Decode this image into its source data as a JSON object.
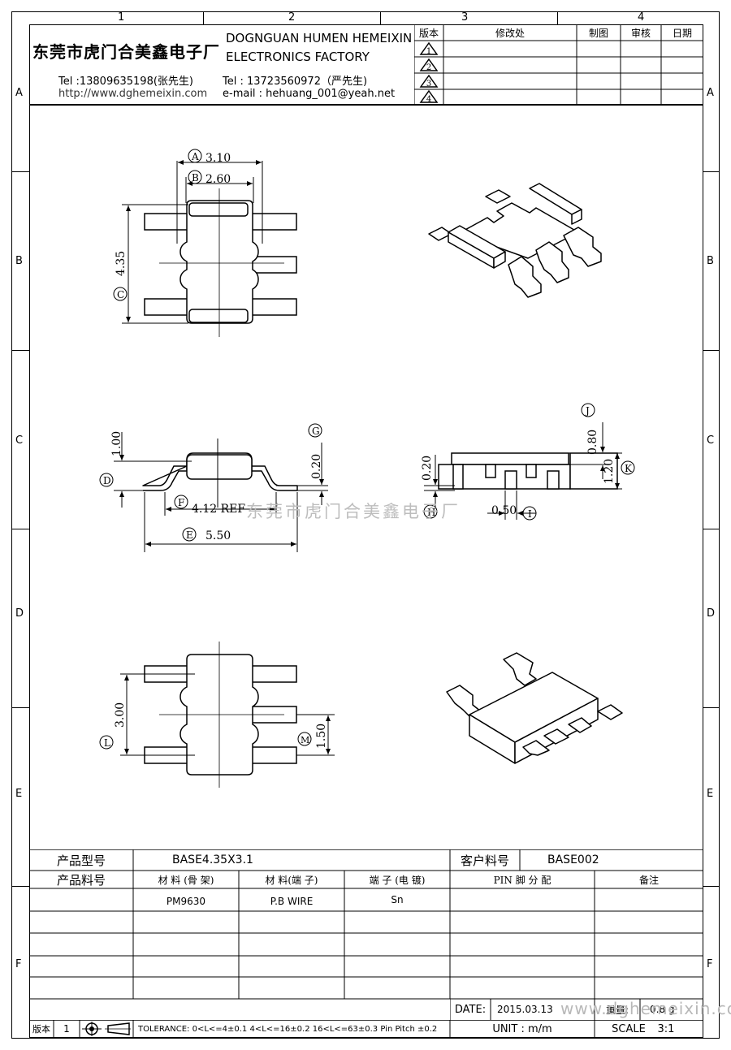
{
  "border_zones": {
    "top": [
      "1",
      "2",
      "3",
      "4"
    ],
    "side": [
      "A",
      "B",
      "C",
      "D",
      "E",
      "F"
    ]
  },
  "header": {
    "company_cn": "东莞市虎门合美鑫电子厂",
    "company_en_1": "DOGNGUAN HUMEN HEMEIXIN",
    "company_en_2": "ELECTRONICS FACTORY",
    "tel_1": "Tel :13809635198(张先生)",
    "tel_2": "Tel : 13723560972（严先生)",
    "website": "http://www.dghemeixin.com",
    "email": "e-mail : hehuang_001@yeah.net"
  },
  "revision_table": {
    "headers": [
      "版本",
      "修改处",
      "制图",
      "审核",
      "日期"
    ],
    "rows": [
      "1",
      "2",
      "3",
      "4"
    ]
  },
  "dimensions": {
    "A": "3.10",
    "B": "2.60",
    "C": "4.35",
    "D": "1.00",
    "E": "5.50",
    "F": "4.12 REF",
    "G": "0.20",
    "H": "0.20",
    "I": "0.50",
    "J": "0.80",
    "K": "1.20",
    "L": "3.00",
    "M": "1.50"
  },
  "watermark_center": "东莞市虎门合美鑫电子厂",
  "watermark_footer": "www.dghemeixin.com",
  "info_table": {
    "product_model_label": "产品型号",
    "product_model_value": "BASE4.35X3.1",
    "customer_code_label": "客户料号",
    "customer_code_value": "BASE002",
    "product_code_label": "产品料号",
    "col_material_bobbin": "材 料 (骨 架)",
    "col_material_pin": "材 料(端 子)",
    "col_terminal_plating": "端 子 (电 镀)",
    "col_pin_assign": "PIN 脚 分 配",
    "col_remark": "备注",
    "material_bobbin": "PM9630",
    "material_pin": "P.B WIRE",
    "terminal_plating": "Sn"
  },
  "footer": {
    "date_label": "DATE:",
    "date_value": "2015.03.13",
    "weight_label": "重量:",
    "weight_value": "0.8 g",
    "unit_text": "UNIT : m/m",
    "scale_label": "SCALE",
    "scale_value": "3:1",
    "version_label": "版本",
    "version_value": "1",
    "tolerance": "TOLERANCE:  0<L<=4±0.1  4<L<=16±0.2  16<L<=63±0.3  Pin Pitch  ±0.2"
  }
}
